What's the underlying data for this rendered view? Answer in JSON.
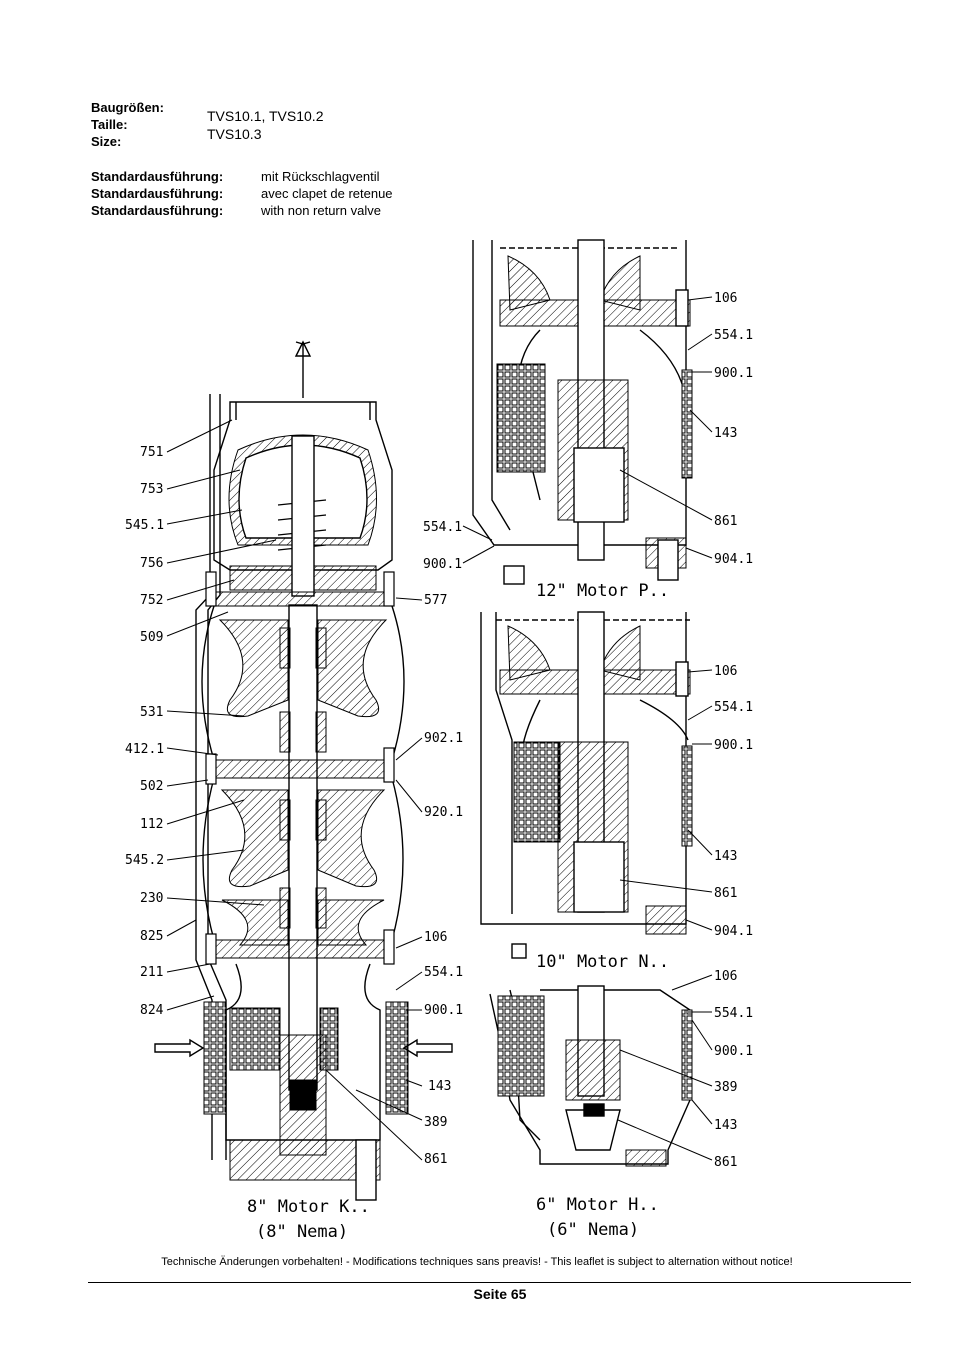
{
  "header": {
    "size_labels": [
      "Baugrößen:",
      "Taille:",
      "Size:"
    ],
    "size_values": [
      "TVS10.1, TVS10.2",
      "TVS10.3"
    ],
    "std_labels": [
      "Standardausführung:",
      "Standardausführung:",
      "Standardausführung:"
    ],
    "std_values": [
      "mit Rückschlagventil",
      "avec clapet de retenue",
      "with non return valve"
    ]
  },
  "drawing": {
    "left_labels": [
      "751",
      "753",
      "545.1",
      "756",
      "752",
      "509",
      "531",
      "412.1",
      "502",
      "112",
      "545.2",
      "230",
      "825",
      "211",
      "824"
    ],
    "left_right_labels": [
      "577",
      "902.1",
      "920.1",
      "106",
      "554.1",
      "900.1",
      "143",
      "389",
      "861"
    ],
    "mid_labels": [
      "554.1",
      "900.1"
    ],
    "top_right_labels": [
      "106",
      "554.1",
      "900.1",
      "143",
      "861",
      "904.1"
    ],
    "mid_right_labels": [
      "106",
      "554.1",
      "900.1",
      "143",
      "861",
      "904.1"
    ],
    "bot_right_labels": [
      "106",
      "554.1",
      "900.1",
      "389",
      "143",
      "861"
    ],
    "captions": {
      "motor_12": "12\" Motor P..",
      "motor_10": "10\" Motor N..",
      "motor_8": "8\" Motor K..",
      "motor_8_nema": "(8\" Nema)",
      "motor_6": "6\" Motor H..",
      "motor_6_nema": "(6\" Nema)"
    }
  },
  "footer": {
    "note": "Technische Änderungen vorbehalten! - Modifications techniques sans preavis! - This leaflet is subject to alternation without notice!",
    "page": "Seite 65"
  }
}
